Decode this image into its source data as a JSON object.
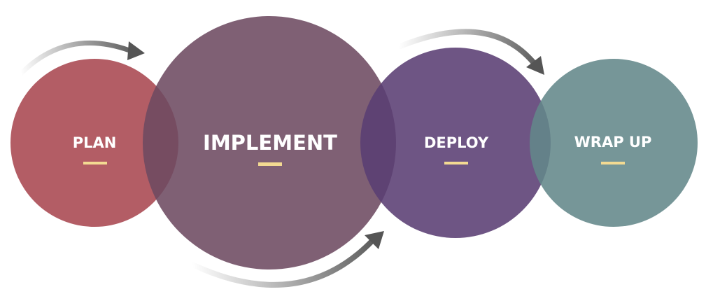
{
  "colors": {
    "plan": "#a84750",
    "implement": "#6d4a61",
    "deploy": "#5a3e73",
    "wrap_up": "#63888a",
    "underline": "#f3da92",
    "arrow": "#555555"
  },
  "stages": [
    {
      "key": "plan",
      "label": "PLAN"
    },
    {
      "key": "implement",
      "label": "IMPLEMENT"
    },
    {
      "key": "deploy",
      "label": "DEPLOY"
    },
    {
      "key": "wrap_up",
      "label": "WRAP UP"
    }
  ],
  "arrows": [
    {
      "name": "plan-to-implement-arrow",
      "icon": "curved-arrow-icon"
    },
    {
      "name": "implement-to-deploy-arrow",
      "icon": "curved-arrow-icon"
    },
    {
      "name": "deploy-to-wrap-up-arrow",
      "icon": "curved-arrow-icon"
    }
  ]
}
